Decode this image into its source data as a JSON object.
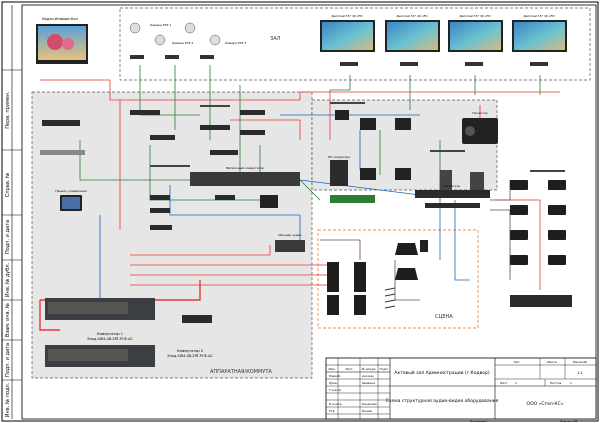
{
  "zones": {
    "hall": "ЗАЛ",
    "control_room": "АППАРАТНАЯ/КОММУТА",
    "stage": "СЦЕНА"
  },
  "devices": {
    "wall_display": "Видео-Информ.Кол",
    "display_main_1": "Дисплей 55\" 4K LFD",
    "display_main_2": "Дисплей 55\" 4K LFD",
    "display_main_3": "Дисплей 55\" 4K LFD",
    "display_main_4": "Дисплей 55\" 4K LFD",
    "cam_1": "Камера PTZ 1",
    "cam_2": "Камера PTZ 2",
    "cam_3": "Камера PTZ 3",
    "switch_1": "Коммутатор 1",
    "switch_1_model": "Эльд-SW4-48-2RT-POE-AC",
    "switch_2": "Коммутатор 2",
    "switch_2_model": "Эльд-SW4-48-2RT-POE-AC",
    "matrix": "Матричный коммутатор",
    "mixer": "Микшер аудио",
    "projector": "Проектор",
    "amplifier": "Усилитель",
    "touch_panel": "Панель управления",
    "pc": "ПК оператора"
  },
  "title_block": {
    "object": "Актовый зал Администрации (г.Кодвор)",
    "drawing": "Схема структурная аудио-видео оборудования",
    "company": "ООО «Стел-КС»",
    "stage_label": "Лит.",
    "mass_label": "Масса",
    "scale_label": "Масштаб",
    "scale_value": "1:1",
    "sheet_label": "Лист",
    "sheets_label": "Листов",
    "sheet_value": "1",
    "sheets_value": "1",
    "roles": [
      "Изм.",
      "Лист",
      "№ докум.",
      "Подп.",
      "Дата",
      "Разраб.",
      "Пров.",
      "Т.контр.",
      "Н.контр.",
      "Утв."
    ],
    "names": [
      "Анохин",
      "Шамина",
      "",
      "Казакова",
      "Пынак"
    ],
    "copied": "Копировал",
    "format": "Формат А3"
  },
  "side_frame": {
    "labels": [
      "Перв. примен.",
      "Справ. №",
      "Подп. и дата",
      "Инв. № дубл.",
      "Взам. инв. №",
      "Подп. и дата",
      "Инв. № подл."
    ]
  },
  "colors": {
    "hdmi": "#2e7d32",
    "power": "#e53935",
    "network": "#1565c0",
    "audio": "#6d4c41",
    "zone_bg": "#e6e6e6",
    "stage_border": "#f08a4b"
  }
}
